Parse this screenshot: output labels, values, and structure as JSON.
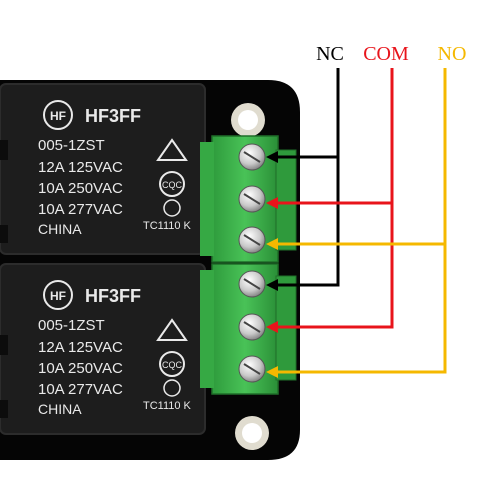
{
  "labels": {
    "nc": "NC",
    "com": "COM",
    "no": "NO"
  },
  "relays": [
    {
      "brand": "HF3FF",
      "model": "005-1ZST",
      "rating1": "12A 125VAC",
      "rating2": "10A 250VAC",
      "rating3": "10A 277VAC",
      "origin": "CHINA",
      "cert1": "CQC",
      "cert2": "TC1110 K"
    },
    {
      "brand": "HF3FF",
      "model": "005-1ZST",
      "rating1": "12A 125VAC",
      "rating2": "10A 250VAC",
      "rating3": "10A 277VAC",
      "origin": "CHINA",
      "cert1": "CQC",
      "cert2": "TC1110 K"
    }
  ],
  "colors": {
    "nc": "#000000",
    "com": "#e8141b",
    "no": "#f5b800",
    "terminal": "#3cb54a",
    "relay": "#1b1b1b",
    "board": "#000000"
  }
}
